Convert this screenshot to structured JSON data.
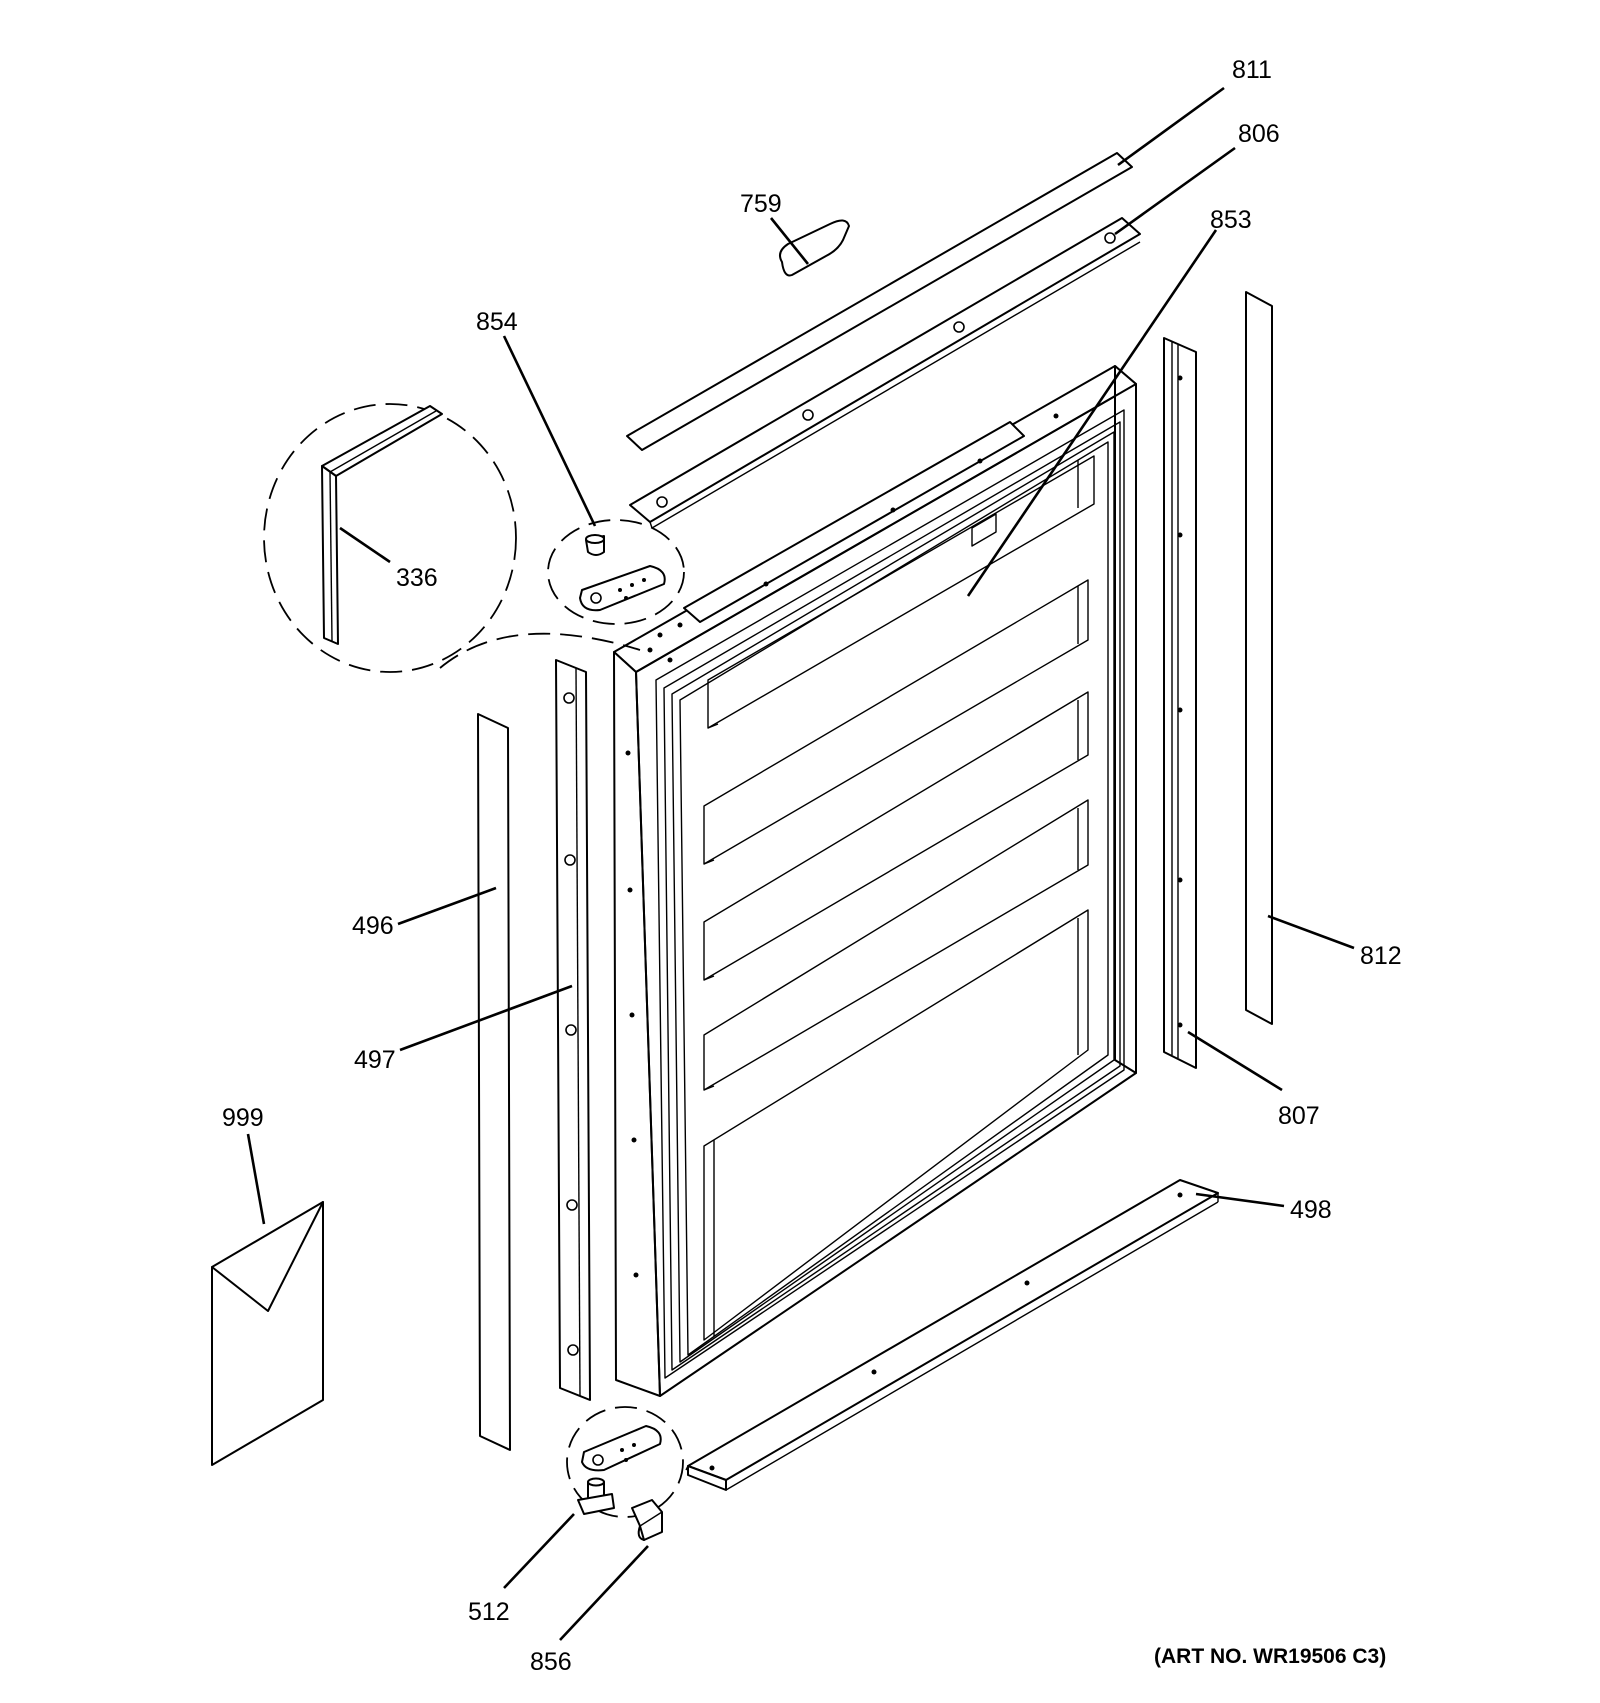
{
  "callouts": {
    "c811": "811",
    "c806": "806",
    "c759": "759",
    "c853": "853",
    "c854": "854",
    "c336": "336",
    "c496": "496",
    "c497": "497",
    "c812": "812",
    "c807": "807",
    "c999": "999",
    "c498": "498",
    "c512": "512",
    "c856": "856"
  },
  "art_number": "(ART NO. WR19506 C3)"
}
